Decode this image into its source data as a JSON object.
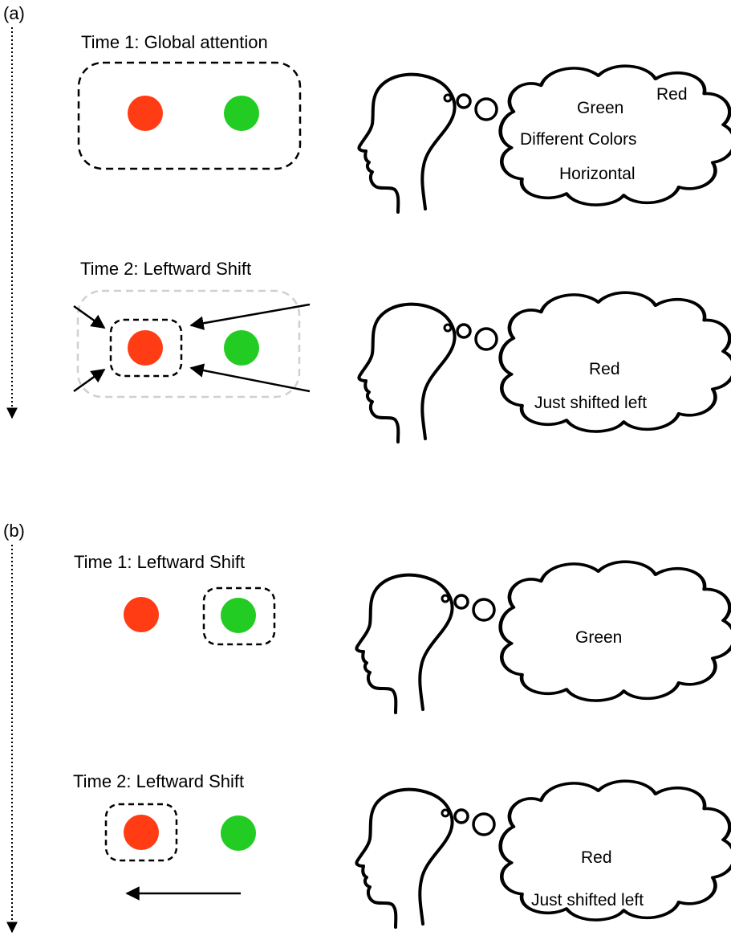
{
  "colors": {
    "red": "#ff3c14",
    "green": "#22cc22",
    "ink": "#000000",
    "ghost": "#cfcfcf"
  },
  "panel_a": {
    "label": "(a)",
    "time1": {
      "title": "Time 1: Global attention",
      "thought_1": "Red",
      "thought_2": "Green",
      "thought_3": "Different Colors",
      "thought_4": "Horizontal"
    },
    "time2": {
      "title": "Time 2: Leftward Shift",
      "thought_1": "Red",
      "thought_2": "Just shifted left"
    }
  },
  "panel_b": {
    "label": "(b)",
    "time1": {
      "title": "Time 1: Leftward Shift",
      "thought_1": "Green"
    },
    "time2": {
      "title": "Time 2: Leftward Shift",
      "thought_1": "Red",
      "thought_2": "Just shifted left"
    }
  }
}
